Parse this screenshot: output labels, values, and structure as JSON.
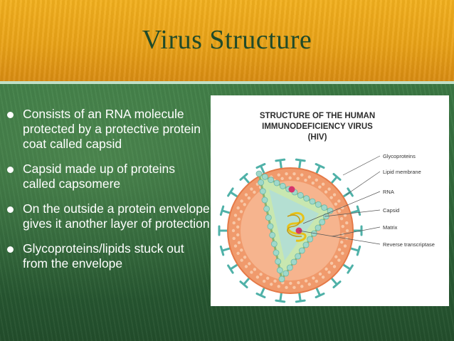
{
  "slide": {
    "title": "Virus Structure",
    "bullets": [
      "Consists of an RNA molecule protected by a protective protein coat called capsid",
      "Capsid made up of proteins called capsomere",
      "On the outside a protein envelope gives it another layer of protection",
      "Glycoproteins/lipids stuck out from the envelope"
    ]
  },
  "figure": {
    "title": "STRUCTURE OF THE HUMAN IMMUNODEFICIENCY VIRUS (HIV)",
    "labels": [
      "Glycoproteins",
      "Lipid membrane",
      "RNA",
      "Capsid",
      "Matrix",
      "Reverse transcriptase"
    ]
  },
  "colors": {
    "header": "#eea61c",
    "title_text": "#1f4a2a",
    "body": "#2f6739",
    "bullet_text": "#ffffff",
    "envelope": "#f09a6c",
    "glycoprotein": "#4fb1a8",
    "capsid": "#8ed0c2",
    "rna": "#e6c21a",
    "enzyme": "#d6336c"
  }
}
